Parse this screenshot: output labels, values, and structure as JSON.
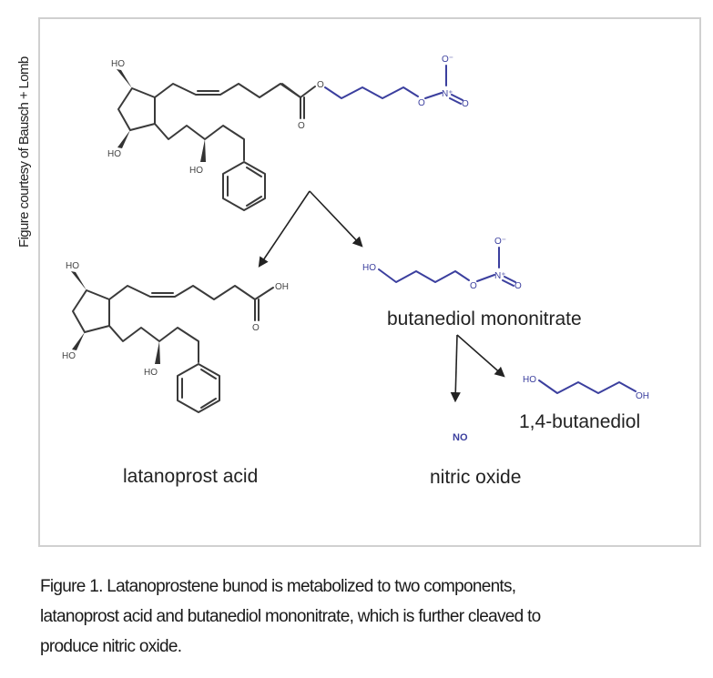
{
  "credit": "Figure courtesy of Bausch + Lomb",
  "figure": {
    "atoms": {
      "ho": "HO",
      "oh": "OH",
      "o": "O",
      "o_minus": "O⁻",
      "n_plus": "N⁺",
      "no": "NO"
    },
    "labels": {
      "latanoprost_acid": "latanoprost acid",
      "butanediol_mononitrate": "butanediol mononitrate",
      "butanediol": "1,4-butanediol",
      "nitric_oxide": "nitric oxide"
    },
    "colors": {
      "nitrate_moiety": "#3b3f9e",
      "frame": "#d0d0d0"
    }
  },
  "caption": {
    "lines": [
      "Figure 1. Latanoprostene bunod is metabolized to two components,",
      "latanoprost acid and butanediol mononitrate, which is further cleaved to",
      "produce nitric oxide."
    ]
  }
}
